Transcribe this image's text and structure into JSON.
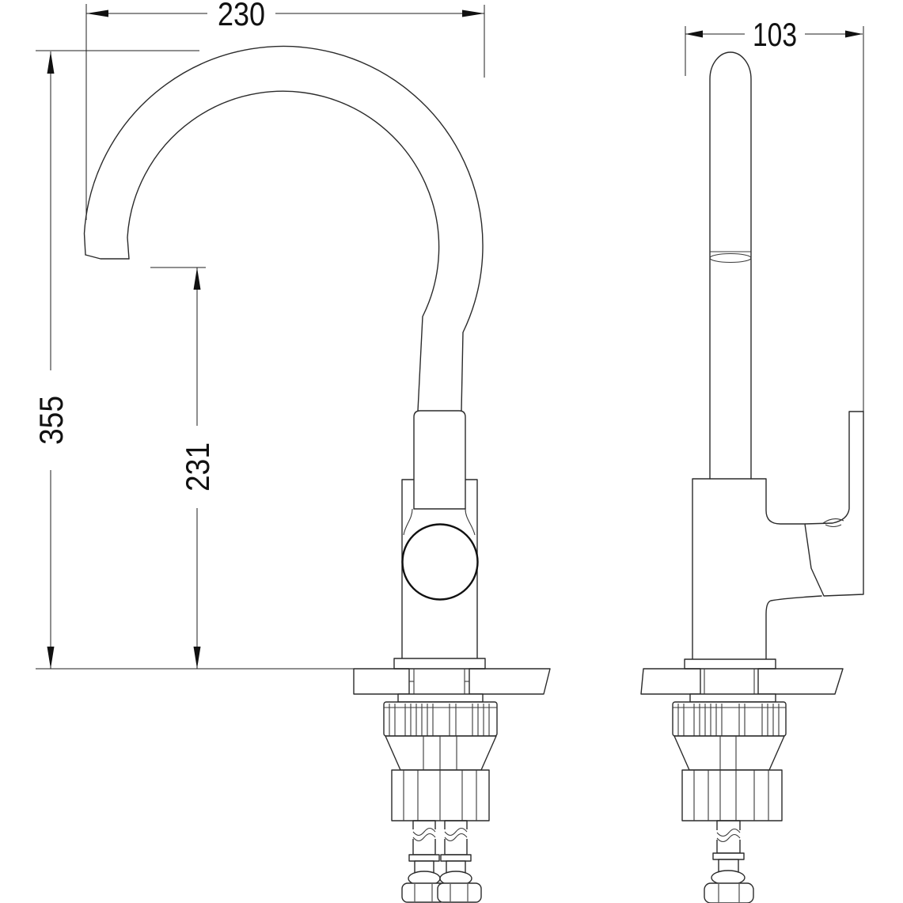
{
  "drawing": {
    "type": "technical-drawing",
    "subject": "single-lever kitchen mixer faucet, two orthographic views with mounting hardware",
    "views": [
      {
        "id": "side-view",
        "description": "side view with gooseneck spout, swivel ball joint, countertop section and supply hoses"
      },
      {
        "id": "front-view",
        "description": "front/profile view with lever handle, countertop section and supply hose"
      }
    ],
    "dimensions": {
      "spout_width": {
        "value": "230",
        "orientation": "horizontal",
        "view": "side-view"
      },
      "total_height": {
        "value": "355",
        "orientation": "vertical",
        "view": "side-view"
      },
      "spout_outlet_height": {
        "value": "231",
        "orientation": "vertical",
        "view": "side-view"
      },
      "body_depth": {
        "value": "103",
        "orientation": "horizontal",
        "view": "front-view"
      }
    },
    "style": {
      "line_color": "#2b2b2b",
      "dimension_color": "#1f1f1f",
      "background": "#ffffff",
      "hatch": "45-degree section hatching on countertop",
      "braid": "cross-hatch braided supply hoses"
    }
  }
}
